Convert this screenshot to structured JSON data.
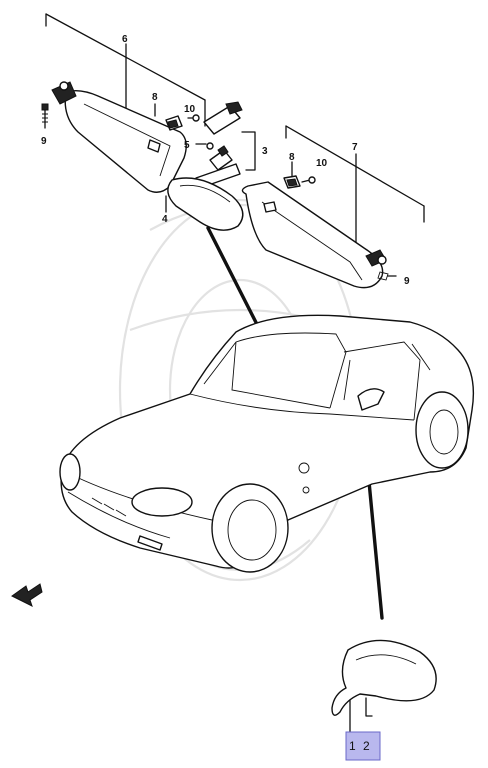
{
  "diagram": {
    "callouts": [
      {
        "id": "part-6",
        "text": "6"
      },
      {
        "id": "part-8a",
        "text": "8"
      },
      {
        "id": "part-10a",
        "text": "10"
      },
      {
        "id": "part-5",
        "text": "5"
      },
      {
        "id": "part-3",
        "text": "3"
      },
      {
        "id": "part-9a",
        "text": "9"
      },
      {
        "id": "part-4",
        "text": "4"
      },
      {
        "id": "part-7",
        "text": "7"
      },
      {
        "id": "part-8b",
        "text": "8"
      },
      {
        "id": "part-10b",
        "text": "10"
      },
      {
        "id": "part-9b",
        "text": "9"
      }
    ],
    "mirror_callout": {
      "left": "1",
      "right": "2"
    },
    "colors": {
      "ink": "#111111",
      "callout_fill": "#b9b8ee",
      "callout_border": "#6a68c8",
      "watermark": "#e2e2e2"
    },
    "icons": [
      "front-direction-arrow-icon"
    ]
  }
}
